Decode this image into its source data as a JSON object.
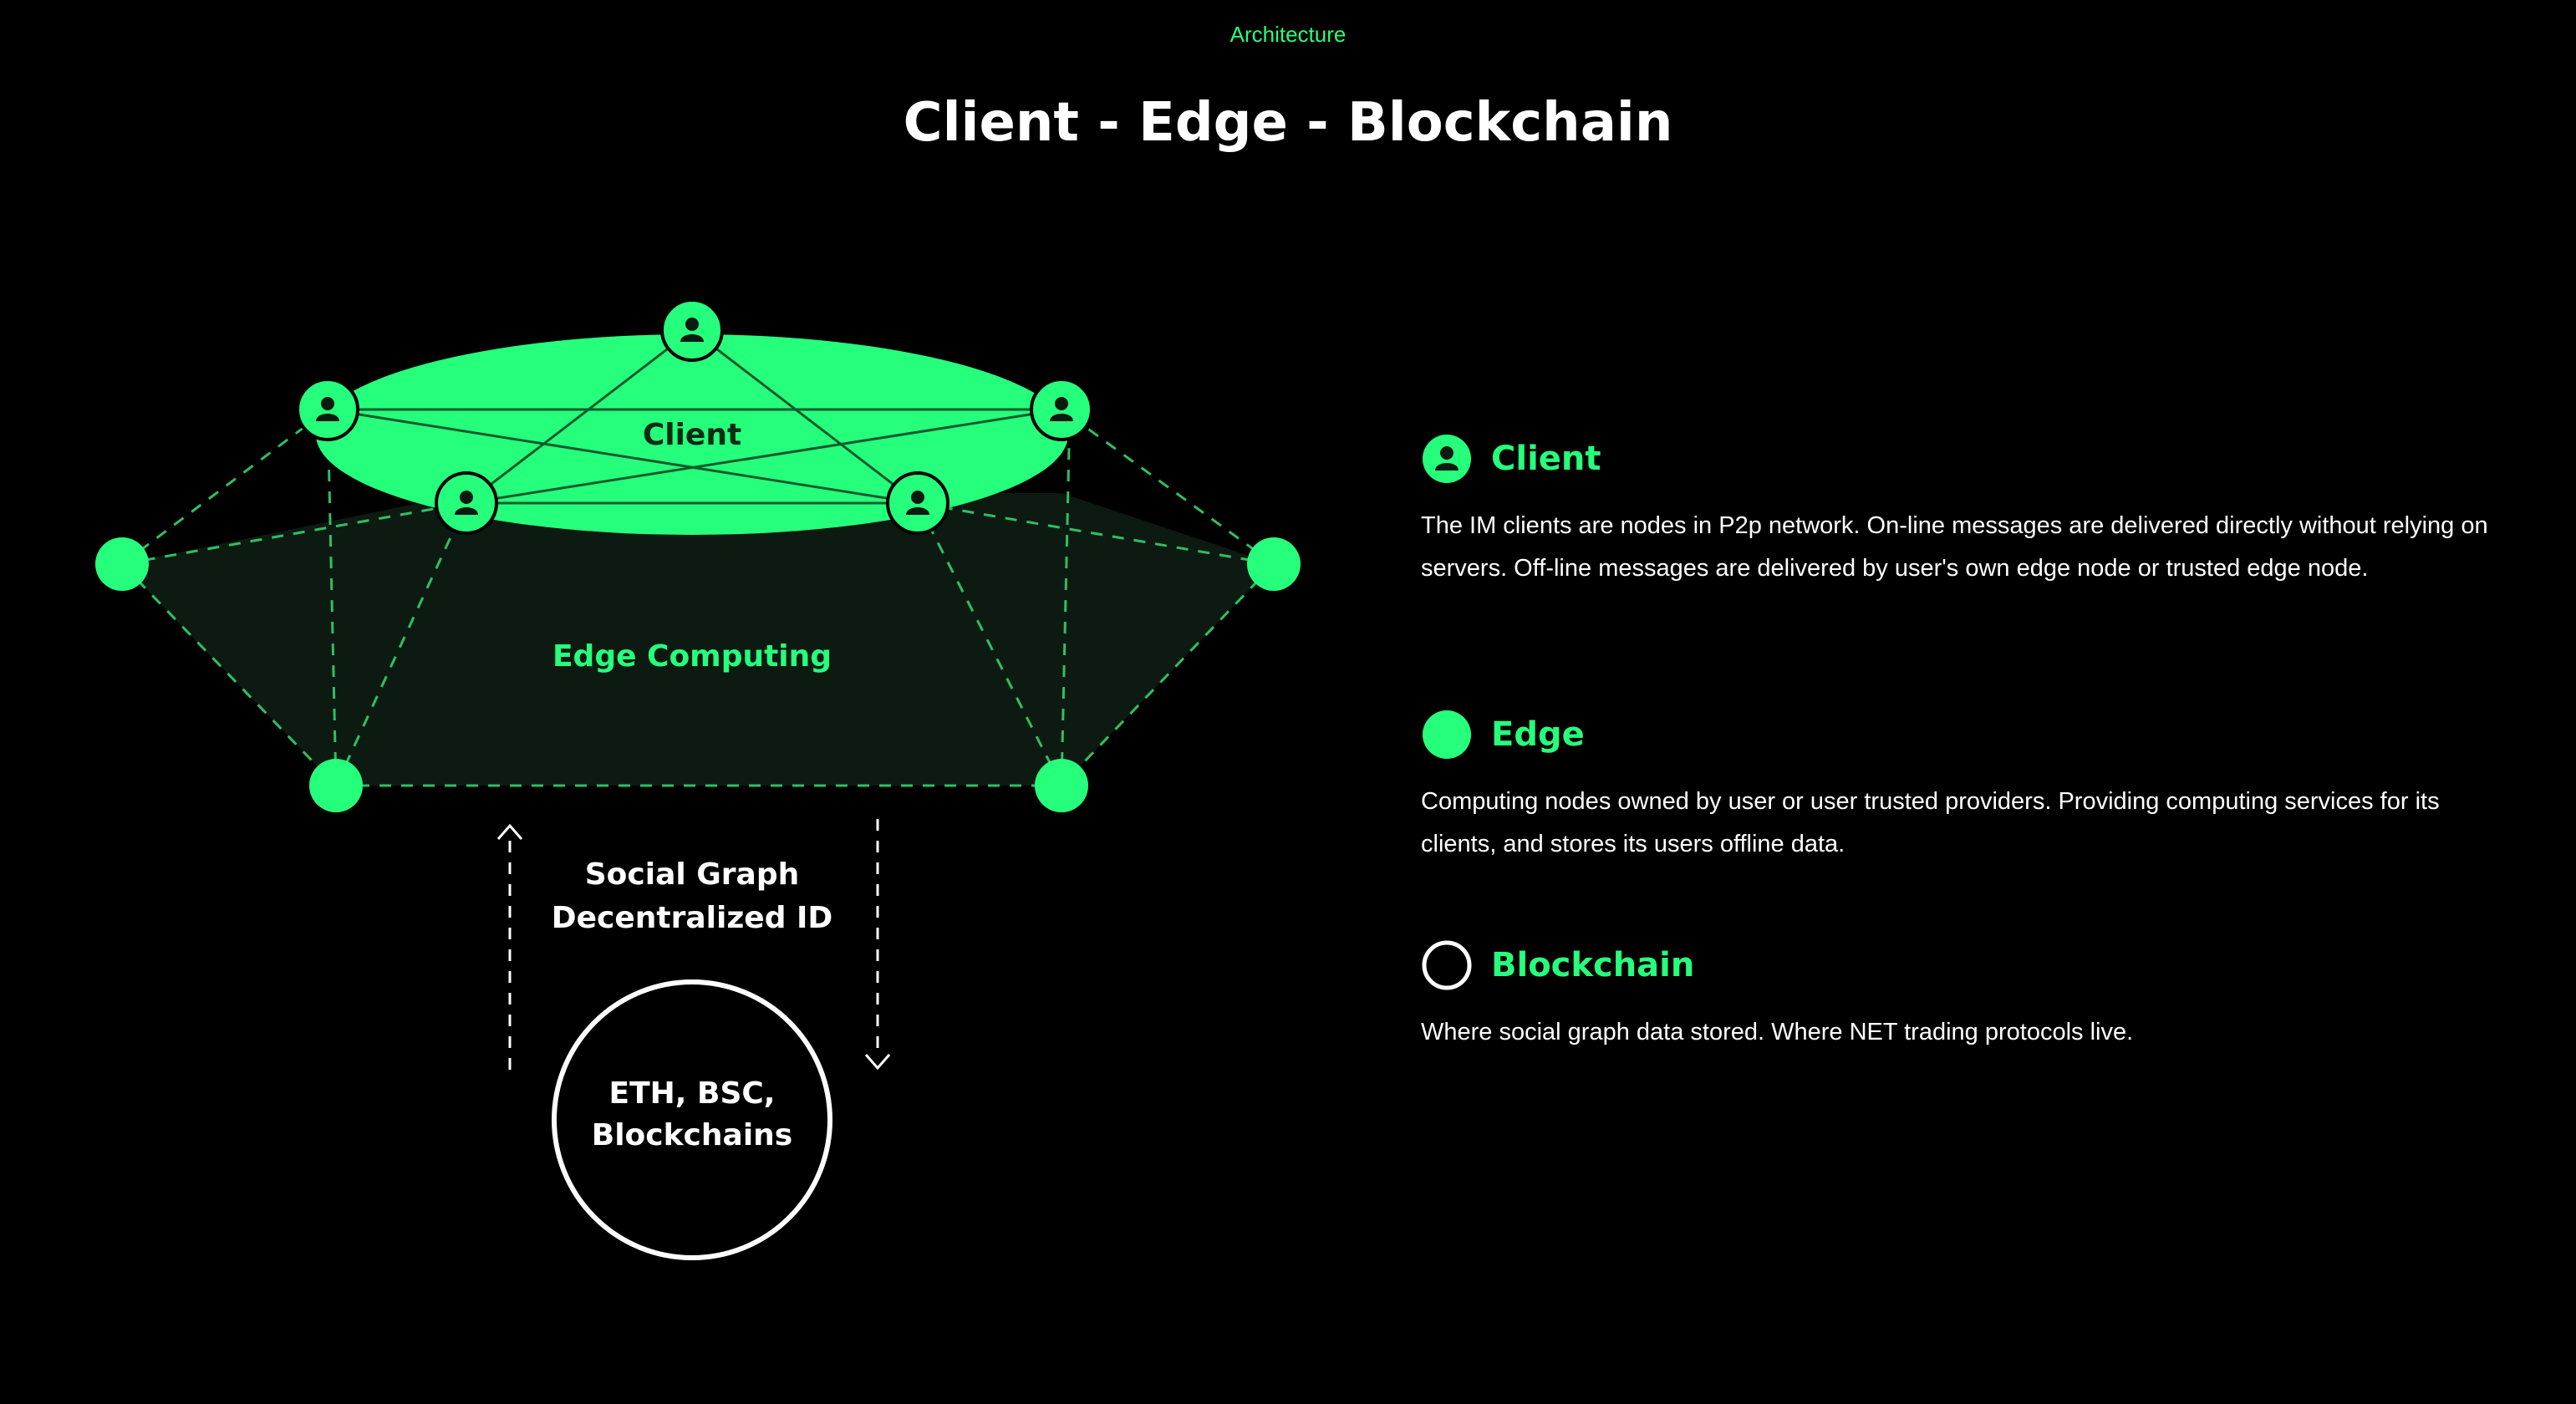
{
  "header": {
    "eyebrow": "Architecture",
    "title": "Client - Edge - Blockchain"
  },
  "diagram": {
    "client_label": "Client",
    "edge_label": "Edge Computing",
    "flow_label_line1": "Social Graph",
    "flow_label_line2": "Decentralized ID",
    "chain_label_line1": "ETH, BSC,",
    "chain_label_line2": "Blockchains"
  },
  "legend": [
    {
      "icon": "user-node-icon",
      "title": "Client",
      "description": "The IM clients are nodes in P2p network. On-line messages are delivered directly without relying on servers. Off-line messages are delivered by user's own edge node or trusted edge node."
    },
    {
      "icon": "filled-circle-icon",
      "title": "Edge",
      "description": "Computing nodes owned by user or user trusted providers. Providing computing services for its clients, and stores its users offline data."
    },
    {
      "icon": "ring-icon",
      "title": "Blockchain",
      "description": "Where social graph data stored. Where NET trading protocols live."
    }
  ],
  "colors": {
    "accent": "#26ff7c",
    "background": "#000000",
    "edge_fill": "#0d1a12",
    "text": "#ffffff"
  }
}
